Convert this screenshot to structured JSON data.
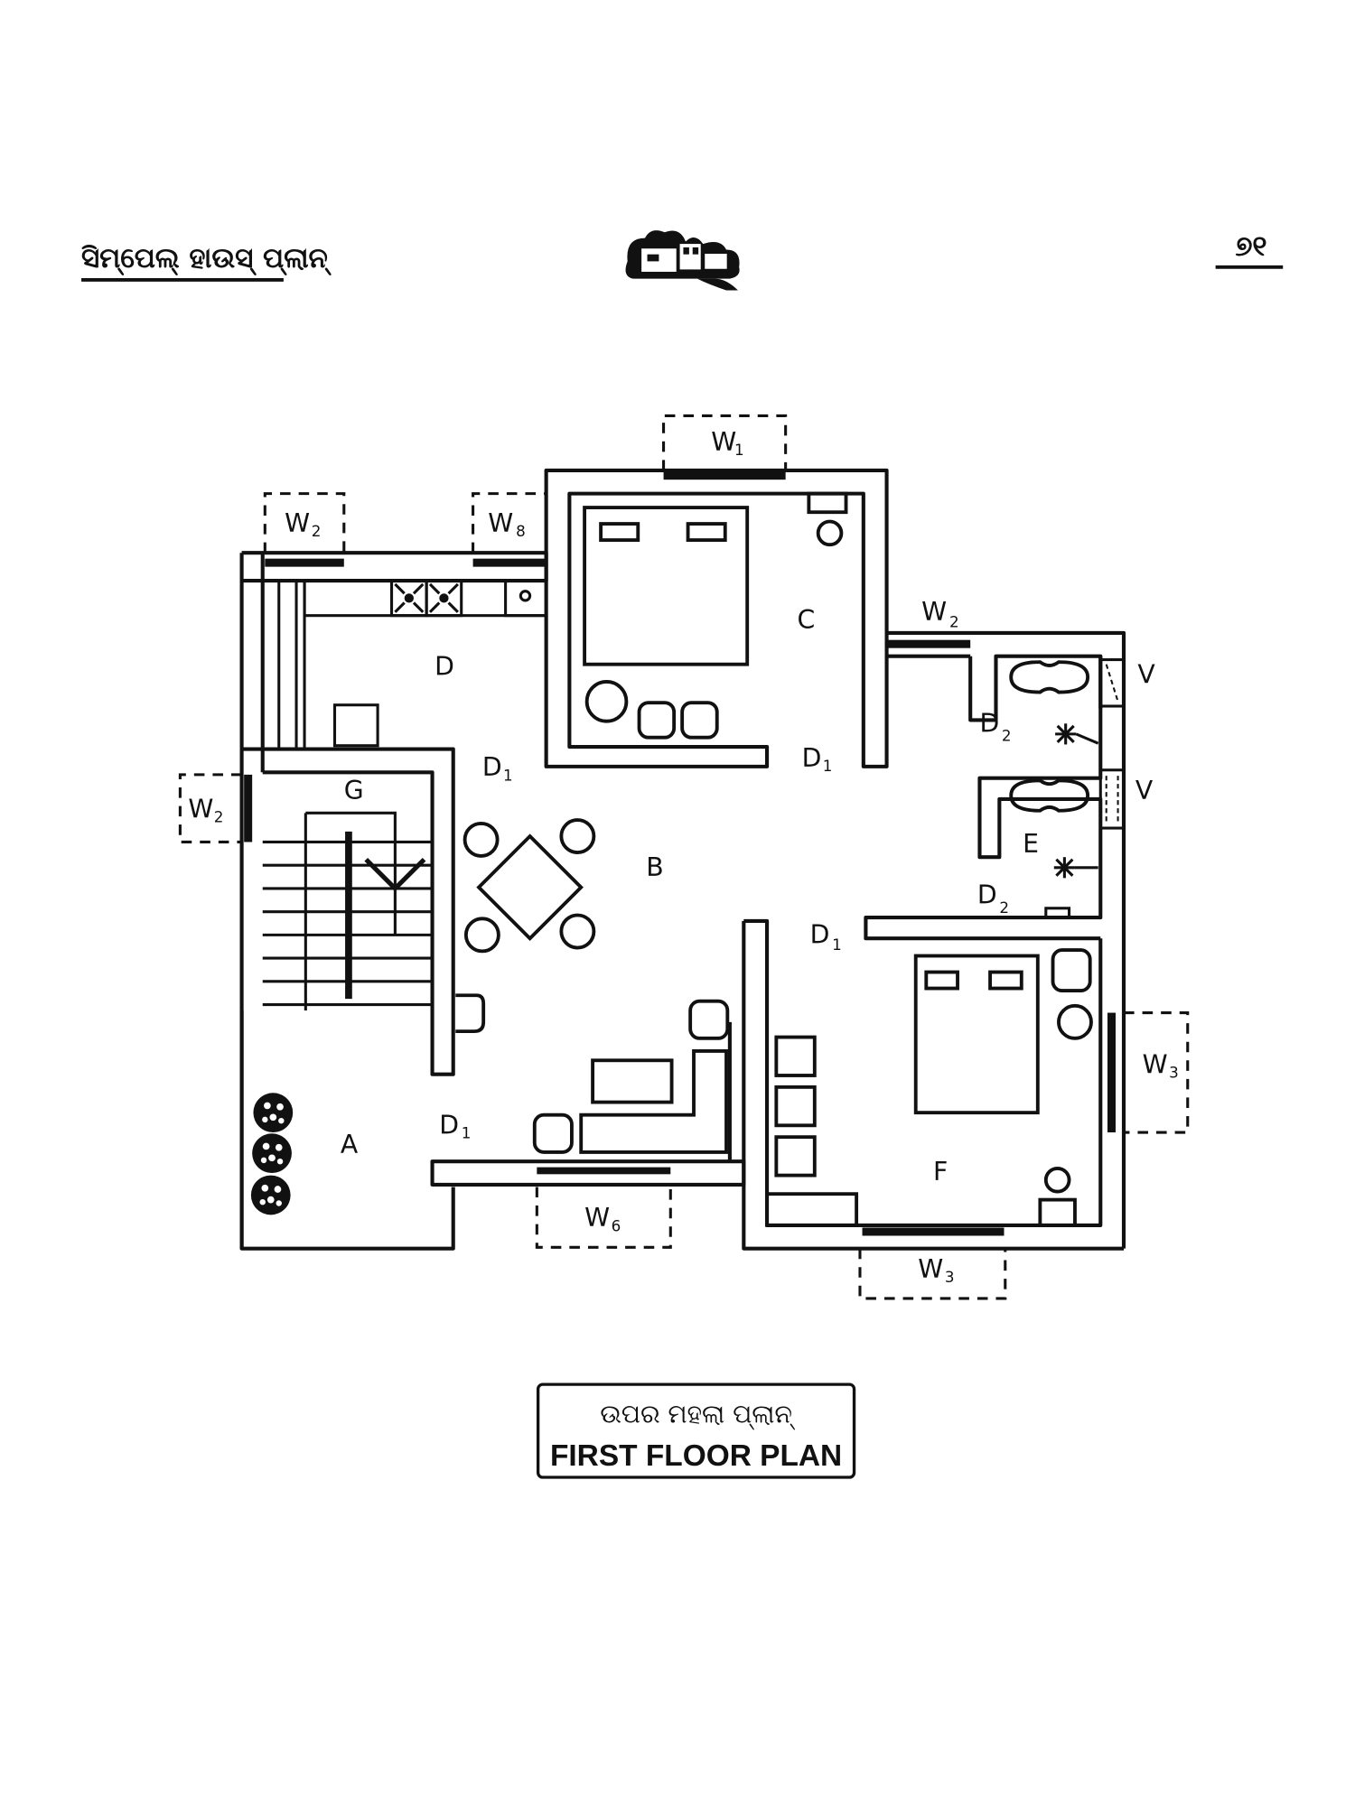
{
  "header": {
    "title": "ସିମ୍ପେଲ୍ ହାଉସ୍ ପ୍ଲାନ୍",
    "page_number": "୭୧",
    "logo_icon": "house-logo-icon"
  },
  "caption": {
    "odia": "ଉପର ମହଲା ପ୍ଲାନ୍",
    "english": "FIRST FLOOR PLAN"
  },
  "rooms": {
    "A": "A",
    "B": "B",
    "C": "C",
    "D": "D",
    "E": "E",
    "F": "F",
    "G": "G"
  },
  "doors": {
    "d1": "D",
    "d1_sub": "1",
    "d2": "D",
    "d2_sub": "2"
  },
  "windows": {
    "w": "W",
    "w1_sub": "1",
    "w2_sub": "2",
    "w3_sub": "3",
    "w6_sub": "6",
    "w8_sub": "8"
  },
  "ventilators": {
    "v": "V"
  }
}
